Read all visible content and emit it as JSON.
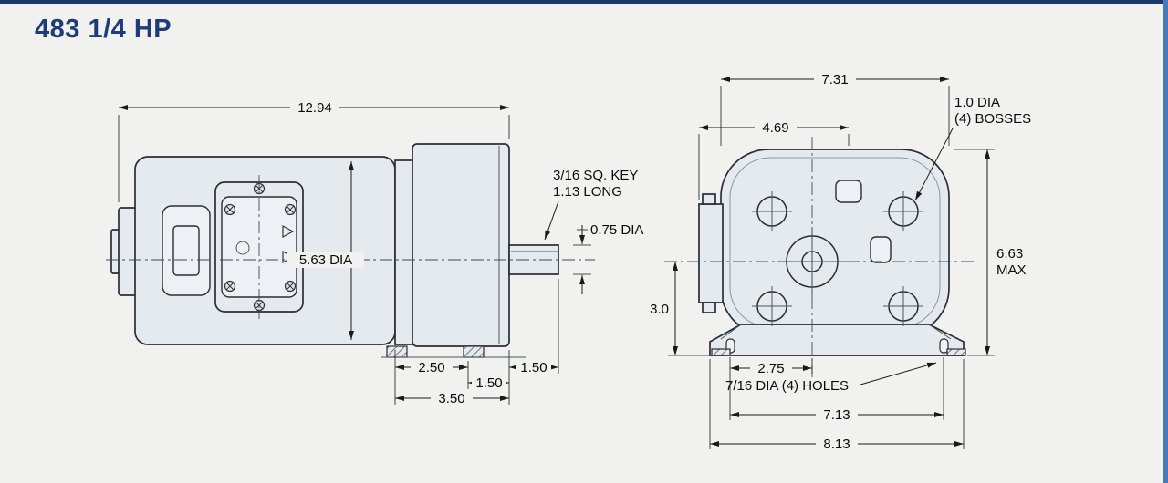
{
  "page": {
    "title": "483 1/4 HP"
  },
  "colors": {
    "accent_top": "#1b3668",
    "accent_right": "#4779b4",
    "title_text": "#1e3c78",
    "drawing_line": "#2c2c38",
    "body_fill": "#e5eaef",
    "background": "#f1f1ef"
  },
  "side_view": {
    "overall_length": "12.94",
    "body_diameter": "5.63 DIA",
    "key_note_line1": "3/16 SQ. KEY",
    "key_note_line2": "1.13 LONG",
    "shaft_diameter": "0.75 DIA",
    "gear_front_width": "2.50",
    "gear_rear_width": "1.50",
    "shaft_length": "1.50",
    "gearbox_width": "3.50"
  },
  "end_view": {
    "overall_width": "7.31",
    "box_to_center": "4.69",
    "boss_note_line1": "1.0 DIA",
    "boss_note_line2": "(4) BOSSES",
    "overall_height_line1": "6.63",
    "overall_height_line2": "MAX",
    "center_height": "3.0",
    "foot_to_center": "2.75",
    "holes_note": "7/16 DIA (4) HOLES",
    "hole_spacing": "7.13",
    "base_width": "8.13"
  }
}
